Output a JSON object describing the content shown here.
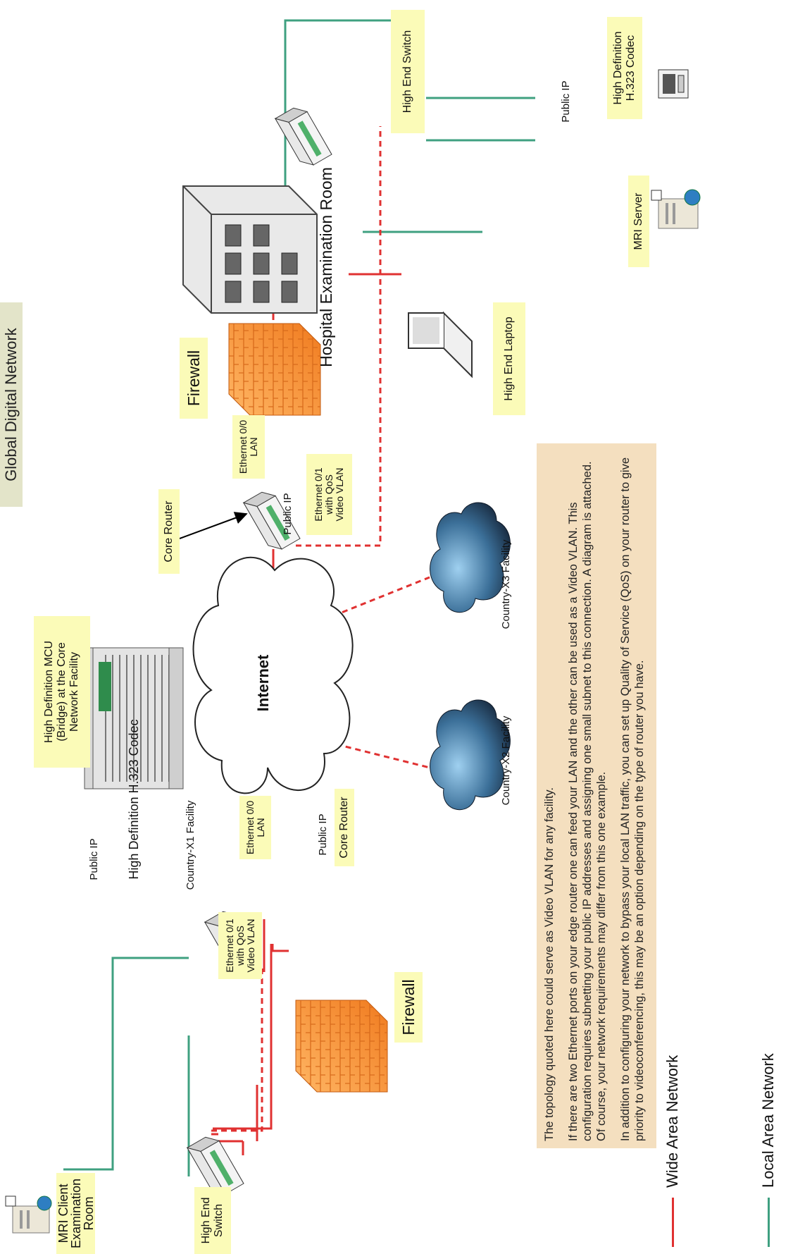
{
  "title": "Global Digital Network",
  "labels": {
    "mri_client": "MRI Client\nExamination Room",
    "left_switch": "High End\nSwitch",
    "left_public_ip": "Public IP",
    "left_codec": "High Definition H.323 Codec",
    "country_x1": "Country-X1 Facility",
    "left_eth01": "Ethernet 0/1\nwith QoS\nVideo VLAN",
    "left_eth00": "Ethernet 0/0\nLAN",
    "left_router_ip": "Public IP",
    "left_router": "Core Router",
    "left_firewall": "Firewall",
    "mcu": "High Definition MCU\n(Bridge) at the Core\nNetwork Facility",
    "internet": "Internet",
    "country_x2": "Country-X2 Facility",
    "country_x3": "Country-X3 Facility",
    "core_router": "Core Router",
    "right_router_ip": "Public IP",
    "right_eth00": "Ethernet 0/0\nLAN",
    "right_eth01": "Ethernet 0/1\nwith QoS\nVideo VLAN",
    "right_firewall": "Firewall",
    "hospital": "Hospital Examination Room",
    "laptop": "High End Laptop",
    "right_switch": "High End Switch",
    "right_public_ip": "Public IP",
    "right_codec": "High Definition\nH.323 Codec",
    "mri_server": "MRI Server"
  },
  "note": {
    "p1": "The topology quoted here could serve as Video VLAN for any facility.",
    "p2": "If there are two Ethernet ports on your edge router  one can feed your LAN and the other can be used as a Video VLAN.  This configuration requires subnetting your public IP addresses and assigning one small subnet to this connection.  A diagram is attached.  Of course, your network requirements may differ from this one example.",
    "p3": "In addition to configuring  your network to bypass your local LAN traffic, you can set up Quality of Service (QoS) on your router to give priority to videoconferencing, this may be an option depending on the type of router you have."
  },
  "legend": {
    "wan": "Wide Area Network",
    "lan": "Local Area Network",
    "wan_color": "#e03131",
    "lan_color": "#3fa080"
  },
  "icons": [
    "server-icon",
    "switch-icon",
    "video-codec-icon",
    "router-icon",
    "firewall-icon",
    "mcu-rack-icon",
    "cloud-icon",
    "building-icon",
    "laptop-icon"
  ]
}
